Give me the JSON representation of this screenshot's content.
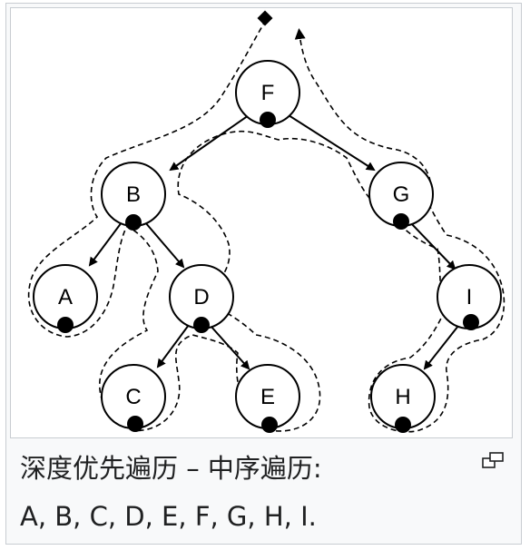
{
  "diagram": {
    "nodes": [
      {
        "id": "F",
        "label": "F"
      },
      {
        "id": "B",
        "label": "B"
      },
      {
        "id": "G",
        "label": "G"
      },
      {
        "id": "A",
        "label": "A"
      },
      {
        "id": "D",
        "label": "D"
      },
      {
        "id": "I",
        "label": "I"
      },
      {
        "id": "C",
        "label": "C"
      },
      {
        "id": "E",
        "label": "E"
      },
      {
        "id": "H",
        "label": "H"
      }
    ],
    "edges": [
      {
        "from": "F",
        "to": "B"
      },
      {
        "from": "F",
        "to": "G"
      },
      {
        "from": "B",
        "to": "A"
      },
      {
        "from": "B",
        "to": "D"
      },
      {
        "from": "D",
        "to": "C"
      },
      {
        "from": "D",
        "to": "E"
      },
      {
        "from": "G",
        "to": "I"
      },
      {
        "from": "I",
        "to": "H"
      }
    ],
    "traversal_order": [
      "A",
      "B",
      "C",
      "D",
      "E",
      "F",
      "G",
      "H",
      "I"
    ]
  },
  "caption": {
    "line1": "深度优先遍历 – 中序遍历:",
    "line2": "A, B, C, D, E, F, G, H, I."
  },
  "magnify_icon": "magnify-icon"
}
